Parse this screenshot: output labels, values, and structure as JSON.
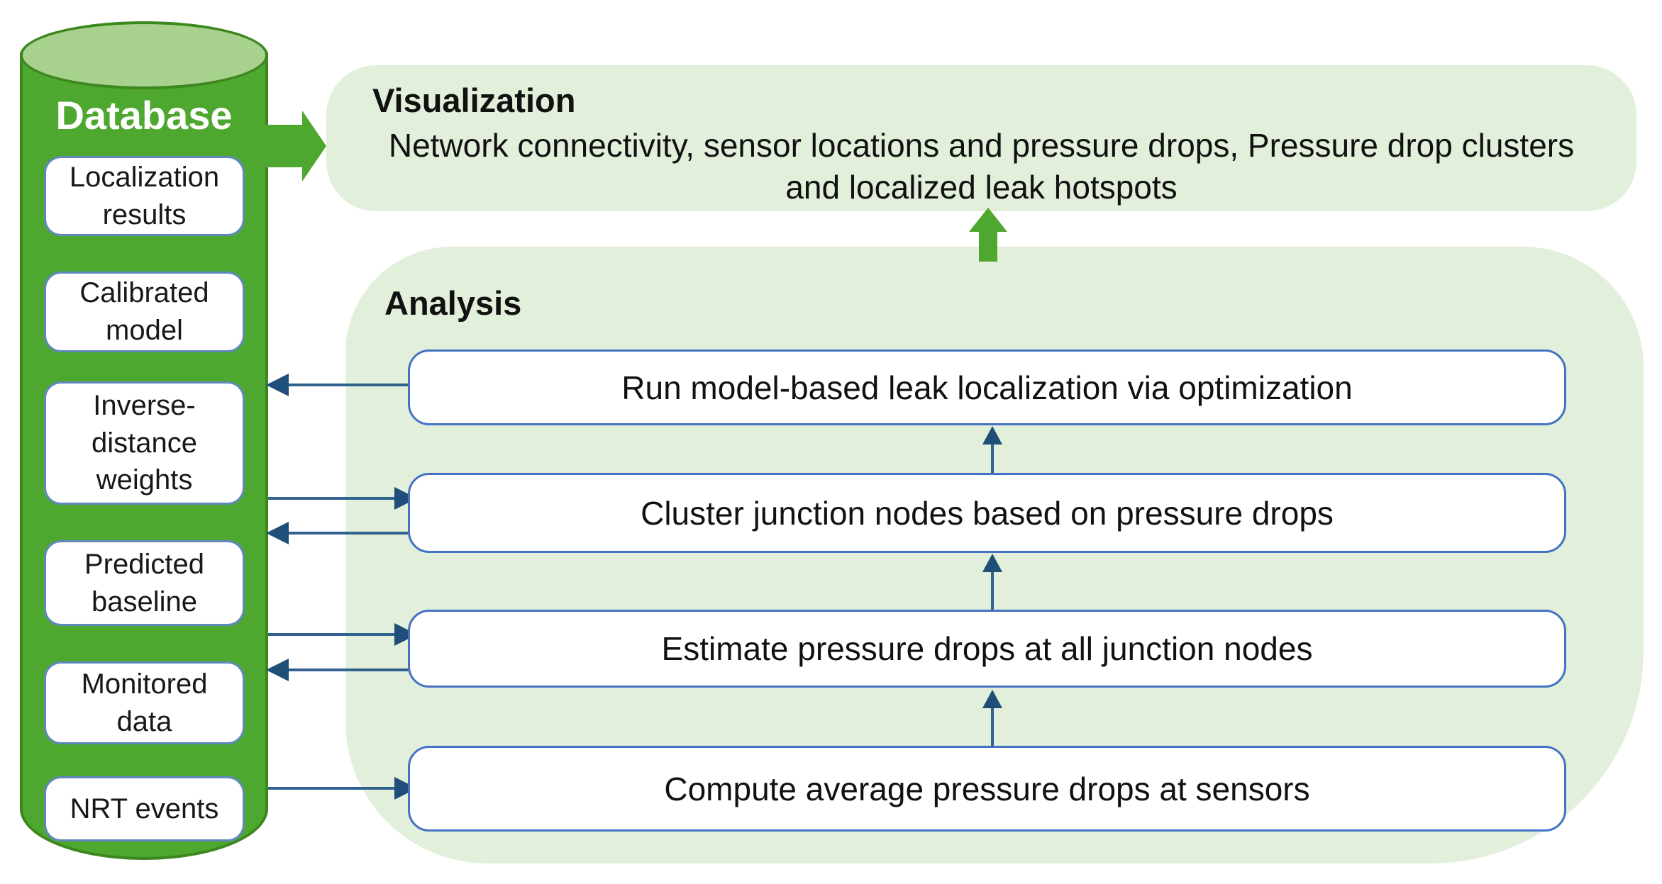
{
  "database": {
    "title": "Database",
    "items": [
      "Localization results",
      "Calibrated model",
      "Inverse-distance weights",
      "Predicted baseline",
      "Monitored data",
      "NRT events"
    ]
  },
  "visualization": {
    "title": "Visualization",
    "lines": [
      "Network connectivity, sensor locations and pressure drops, Pressure drop clusters",
      "and localized leak hotspots"
    ]
  },
  "analysis": {
    "title": "Analysis",
    "steps": [
      "Run model-based leak localization via optimization",
      "Cluster junction nodes based on pressure drops",
      "Estimate pressure drops at all junction nodes",
      "Compute average pressure drops at sensors"
    ]
  },
  "connections": {
    "database_to_visualization": {
      "type": "block-arrow",
      "direction": "right"
    },
    "analysis_to_visualization": {
      "type": "block-arrow",
      "direction": "up"
    },
    "step_flow": [
      {
        "from": "Compute average pressure drops at sensors",
        "to": "Estimate pressure drops at all junction nodes"
      },
      {
        "from": "Estimate pressure drops at all junction nodes",
        "to": "Cluster junction nodes based on pressure drops"
      },
      {
        "from": "Cluster junction nodes based on pressure drops",
        "to": "Run model-based leak localization via optimization"
      }
    ],
    "database_links": [
      {
        "from": "Run model-based leak localization via optimization",
        "to": "Database",
        "direction": "left"
      },
      {
        "from": "Database",
        "to": "Cluster junction nodes based on pressure drops",
        "direction": "right"
      },
      {
        "from": "Cluster junction nodes based on pressure drops",
        "to": "Database",
        "direction": "left"
      },
      {
        "from": "Database",
        "to": "Estimate pressure drops at all junction nodes",
        "direction": "right"
      },
      {
        "from": "Estimate pressure drops at all junction nodes",
        "to": "Database",
        "direction": "left"
      },
      {
        "from": "Database",
        "to": "Compute average pressure drops at sensors",
        "direction": "right"
      }
    ]
  },
  "colors": {
    "cylinder_body": "#4EA72E",
    "cylinder_top": "#A9D18E",
    "cylinder_border": "#3C881F",
    "panel_background": "#E2EFDA",
    "analysis_box_border": "#4472C4",
    "database_box_border": "#6188BE",
    "connector_line": "#31618F",
    "connector_arrowhead": "#1F4E79",
    "arrow_green": "#4EA72E",
    "title_text_white": "#FFFFFF",
    "body_text": "#111111"
  }
}
